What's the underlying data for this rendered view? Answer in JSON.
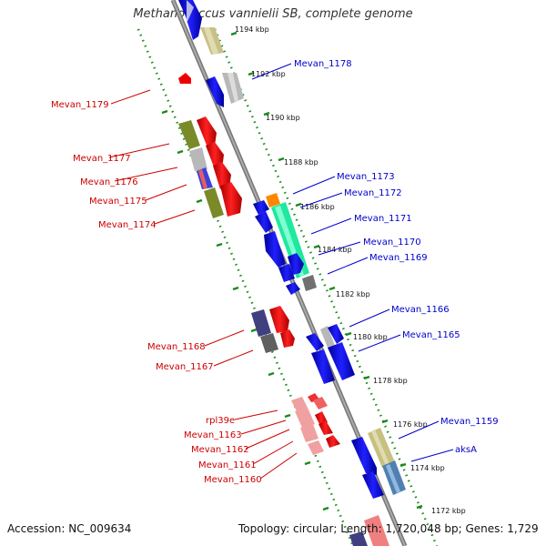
{
  "title": "Methanococcus vannielii SB, complete genome",
  "footer": {
    "accession": "Accession: NC_009634",
    "topology": "Topology: circular; Length: 1,720,048 bp; Genes: 1,729"
  },
  "scale_labels": [
    "1194 kbp",
    "1192 kbp",
    "1190 kbp",
    "1188 kbp",
    "1186 kbp",
    "1184 kbp",
    "1182 kbp",
    "1180 kbp",
    "1178 kbp",
    "1176 kbp",
    "1174 kbp",
    "1172 kbp"
  ],
  "genes_left": [
    "Mevan_1179",
    "Mevan_1177",
    "Mevan_1176",
    "Mevan_1175",
    "Mevan_1174",
    "Mevan_1168",
    "Mevan_1167",
    "rpl39e",
    "Mevan_1163",
    "Mevan_1162",
    "Mevan_1161",
    "Mevan_1160"
  ],
  "genes_right": [
    "Mevan_1178",
    "Mevan_1173",
    "Mevan_1172",
    "Mevan_1171",
    "Mevan_1170",
    "Mevan_1169",
    "Mevan_1166",
    "Mevan_1165",
    "Mevan_1159",
    "aksA"
  ],
  "colors": {
    "backbone": "#888888",
    "dots": "#1a8a1a",
    "forward": "#0000ee",
    "reverse": "#ee0000",
    "olive": "#8a9a30",
    "khaki": "#c8c080",
    "grey": "#b0b0b0",
    "navy": "#404080",
    "teal": "#20e0a0",
    "orange": "#ff8800",
    "steel": "#5080b0",
    "pink": "#f09090"
  }
}
